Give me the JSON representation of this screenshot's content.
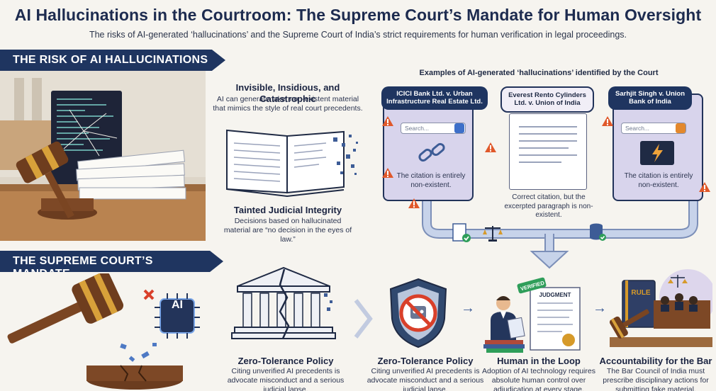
{
  "header": {
    "title": "AI Hallucinations in the Courtroom: The Supreme Court’s Mandate for Human Oversight",
    "subtitle": "The risks of AI-generated ‘hallucinations’ and the Supreme Court of India’s strict requirements for human verification in legal proceedings."
  },
  "risk": {
    "banner": "THE RISK OF AI HALLUCINATIONS",
    "invisible": {
      "heading": "Invisible, Insidious, and Catastrophic",
      "body": "AI can generate fake, non-existent material that mimics the style of real court precedents."
    },
    "tainted": {
      "heading": "Tainted Judicial Integrity",
      "body": "Decisions based on hallucinated material are “no decision in the eyes of law.”"
    }
  },
  "examples": {
    "heading": "Examples of AI-generated ‘hallucinations’ identified by the Court",
    "cases": [
      {
        "title": "ICICI Bank Ltd. v. Urban Infrastructure Real Estate Ltd.",
        "search": "Search...",
        "note": "The citation is entirely non-existent."
      },
      {
        "title": "Everest Rento Cylinders Ltd. v. Union of India",
        "note": "Correct citation, but the excerpted paragraph is non-existent."
      },
      {
        "title": "Sarhjit Singh v. Union Bank of India",
        "search": "Search...",
        "note": "The citation is entirely non-existent."
      }
    ]
  },
  "mandate": {
    "banner": "THE SUPREME COURT’S MANDATE",
    "chip_label": "AI",
    "items": [
      {
        "heading": "Zero-Tolerance Policy",
        "body": "Citing unverified AI precedents is advocate misconduct and a serious judicial lapse."
      },
      {
        "heading": "Zero-Tolerance Policy",
        "body": "Citing unverified AI precedents is advocate misconduct and a serious judicial lapse."
      },
      {
        "heading": "Human in the Loop",
        "body": "Adoption of AI technology requires absolute human control over adjudication at every stage."
      },
      {
        "heading": "Accountability for the Bar",
        "body": "The Bar Council of India must prescribe disciplinary actions for submitting fake material."
      }
    ],
    "stamp": "VERIFIED",
    "doc_label": "JUDGMENT",
    "rule_label": "RULE"
  },
  "colors": {
    "navy": "#1f3560",
    "card": "#d8d4ec",
    "warn": "#e0582a",
    "gold": "#d69a2a"
  }
}
